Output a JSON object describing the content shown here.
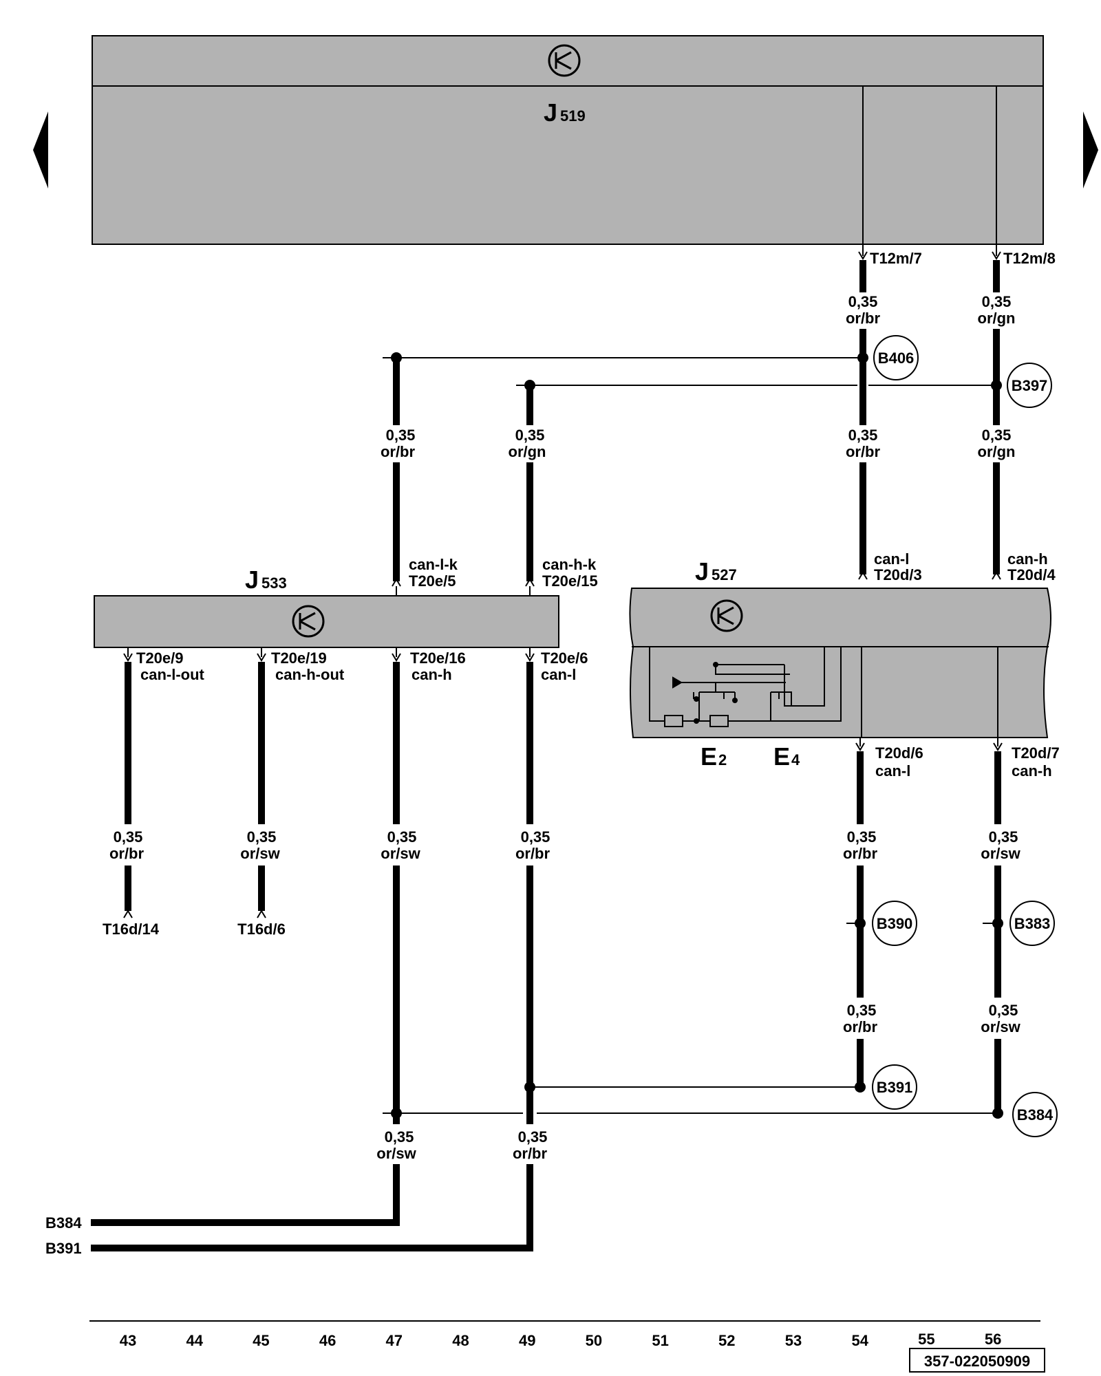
{
  "navigation": {
    "prev": "previous-page",
    "next": "next-page"
  },
  "components": {
    "J519": {
      "letter": "J",
      "number": "519"
    },
    "J533": {
      "letter": "J",
      "number": "533"
    },
    "J527": {
      "letter": "J",
      "number": "527"
    },
    "E2": {
      "letter": "E",
      "number": "2"
    },
    "E4": {
      "letter": "E",
      "number": "4"
    }
  },
  "pins": {
    "t12m7": "T12m/7",
    "t12m8": "T12m/8",
    "j533_t20e5_sig": "can-l-k",
    "j533_t20e5": "T20e/5",
    "j533_t20e15_sig": "can-h-k",
    "j533_t20e15": "T20e/15",
    "j527_t20d3_sig": "can-l",
    "j527_t20d3": "T20d/3",
    "j527_t20d4_sig": "can-h",
    "j527_t20d4": "T20d/4",
    "t20e9": "T20e/9",
    "t20e9_sig": "can-l-out",
    "t20e19": "T20e/19",
    "t20e19_sig": "can-h-out",
    "t20e16": "T20e/16",
    "t20e16_sig": "can-h",
    "t20e6": "T20e/6",
    "t20e6_sig": "can-l",
    "t20d6": "T20d/6",
    "t20d6_sig": "can-l",
    "t20d7": "T20d/7",
    "t20d7_sig": "can-h",
    "t16d14": "T16d/14",
    "t16d6": "T16d/6"
  },
  "wires": {
    "w54a": {
      "size": "0,35",
      "color": "or/br"
    },
    "w56a": {
      "size": "0,35",
      "color": "or/gn"
    },
    "w47a": {
      "size": "0,35",
      "color": "or/br"
    },
    "w49a": {
      "size": "0,35",
      "color": "or/gn"
    },
    "w54b": {
      "size": "0,35",
      "color": "or/br"
    },
    "w56b": {
      "size": "0,35",
      "color": "or/gn"
    },
    "w43": {
      "size": "0,35",
      "color": "or/br"
    },
    "w45": {
      "size": "0,35",
      "color": "or/sw"
    },
    "w47b": {
      "size": "0,35",
      "color": "or/sw"
    },
    "w49b": {
      "size": "0,35",
      "color": "or/br"
    },
    "w54c": {
      "size": "0,35",
      "color": "or/br"
    },
    "w56c": {
      "size": "0,35",
      "color": "or/sw"
    },
    "w54d": {
      "size": "0,35",
      "color": "or/br"
    },
    "w56d": {
      "size": "0,35",
      "color": "or/sw"
    },
    "w47c": {
      "size": "0,35",
      "color": "or/sw"
    },
    "w49c": {
      "size": "0,35",
      "color": "or/br"
    }
  },
  "nodes": {
    "B406": "B406",
    "B397": "B397",
    "B390": "B390",
    "B383": "B383",
    "B391": "B391",
    "B384": "B384"
  },
  "continuations": {
    "b384": "B384",
    "b391": "B391"
  },
  "columns": [
    "43",
    "44",
    "45",
    "46",
    "47",
    "48",
    "49",
    "50",
    "51",
    "52",
    "53",
    "54",
    "55",
    "56"
  ],
  "doc_id": "357-022050909"
}
